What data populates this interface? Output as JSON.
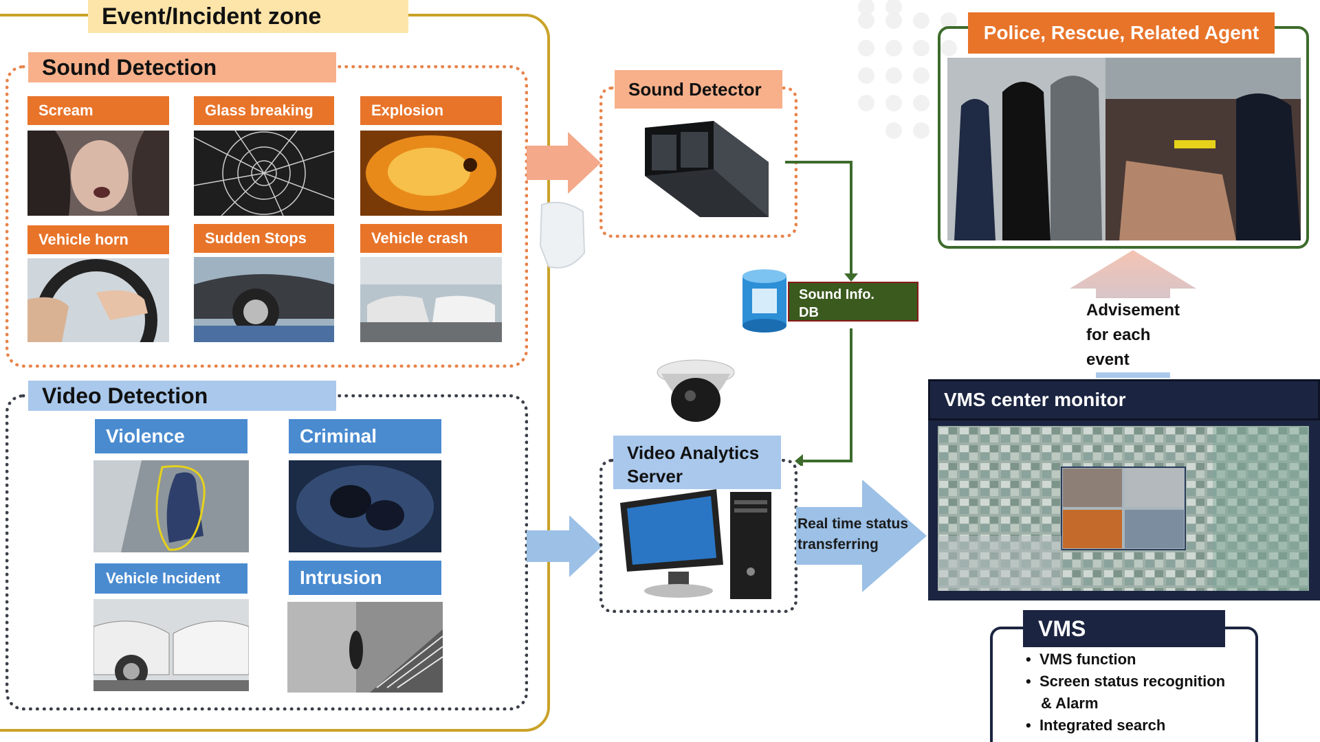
{
  "zone": {
    "title": "Event/Incident zone"
  },
  "sound_detection": {
    "title": "Sound Detection",
    "items": [
      "Scream",
      "Glass breaking",
      "Explosion",
      "Vehicle horn",
      "Sudden Stops",
      "Vehicle crash"
    ]
  },
  "video_detection": {
    "title": "Video Detection",
    "items": [
      "Violence",
      "Criminal",
      "Vehicle Incident",
      "Intrusion"
    ]
  },
  "sound_detector": {
    "title": "Sound Detector"
  },
  "sound_db": {
    "label_line1": "Sound Info.",
    "label_line2": "DB"
  },
  "video_server": {
    "title_line1": "Video Analytics",
    "title_line2": "Server"
  },
  "realtime": {
    "line1": "Real time status",
    "line2": "transferring"
  },
  "agents": {
    "title": "Police, Rescue, Related Agent"
  },
  "advisement": {
    "line1": "Advisement",
    "line2": "for each",
    "line3": "event"
  },
  "vms_monitor": {
    "title": "VMS center monitor"
  },
  "vms": {
    "title": "VMS",
    "bullets": [
      "VMS function",
      "Screen status recognition",
      "& Alarm",
      "Integrated search"
    ]
  },
  "colors": {
    "zone_border": "#c9a227",
    "zone_title_bg": "#fde4a8",
    "sound_header_bg": "#f7b08a",
    "sound_label_bg": "#e8742a",
    "video_header_bg": "#a9c8ec",
    "video_label_bg": "#4a8bd0",
    "db_label_bg": "#3b5a1e",
    "monitor_bg": "#1b2440",
    "agent_border": "#3d6b2c"
  }
}
